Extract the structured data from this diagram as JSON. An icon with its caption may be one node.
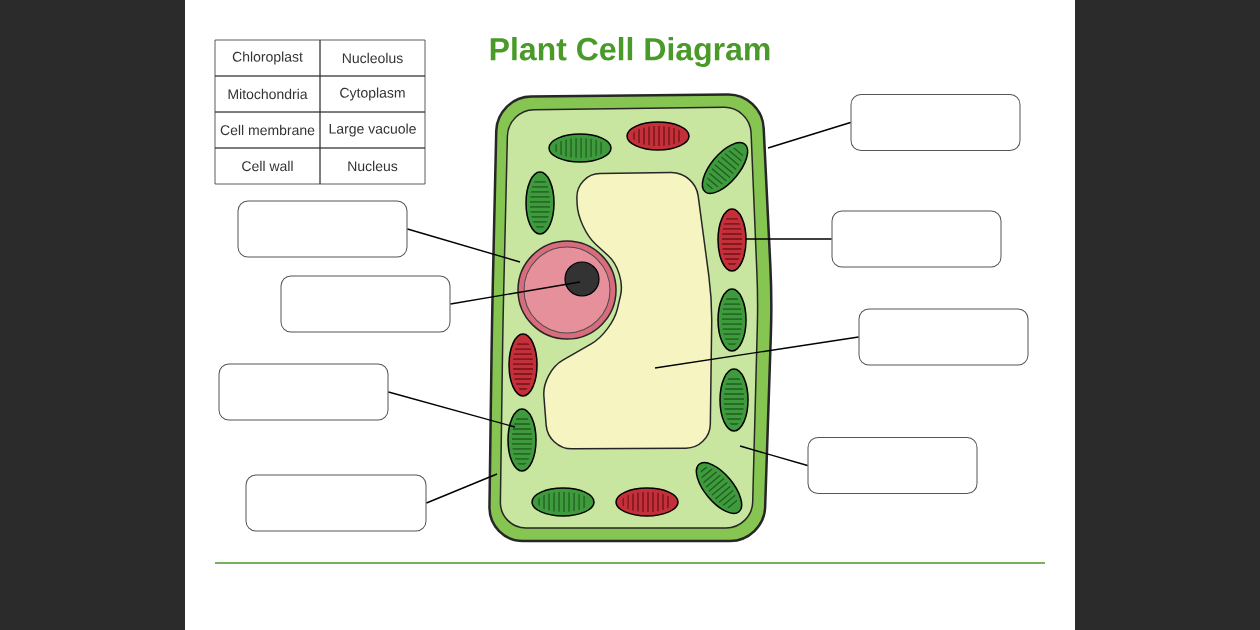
{
  "diagram": {
    "title": "Plant Cell Diagram",
    "nodes": [
      {
        "text": [],
        "shape": "box"
      },
      {
        "text": [],
        "shape": "box"
      },
      {
        "text": [],
        "shape": "box"
      },
      {
        "text": [],
        "shape": "box"
      },
      {
        "text": [],
        "shape": "box"
      },
      {
        "text": [],
        "shape": "box"
      },
      {
        "text": [],
        "shape": "box"
      },
      {
        "text": [],
        "shape": "box"
      }
    ],
    "edges": [
      {
        "from": 0,
        "to": null,
        "arrow": "none"
      },
      {
        "from": 1,
        "to": null,
        "arrow": "none"
      },
      {
        "from": 2,
        "to": null,
        "arrow": "none"
      },
      {
        "from": 3,
        "to": null,
        "arrow": "none"
      },
      {
        "from": 4,
        "to": null,
        "arrow": "none"
      },
      {
        "from": 5,
        "to": null,
        "arrow": "none"
      },
      {
        "from": 6,
        "to": null,
        "arrow": "none"
      },
      {
        "from": 7,
        "to": null,
        "arrow": "none"
      }
    ],
    "labels": [
      "Chloroplast",
      "Nucleolus",
      "Mitochondria",
      "Cytoplasm",
      "Cell membrane",
      "Large vacuole",
      "Cell wall",
      "Nucleus"
    ]
  }
}
